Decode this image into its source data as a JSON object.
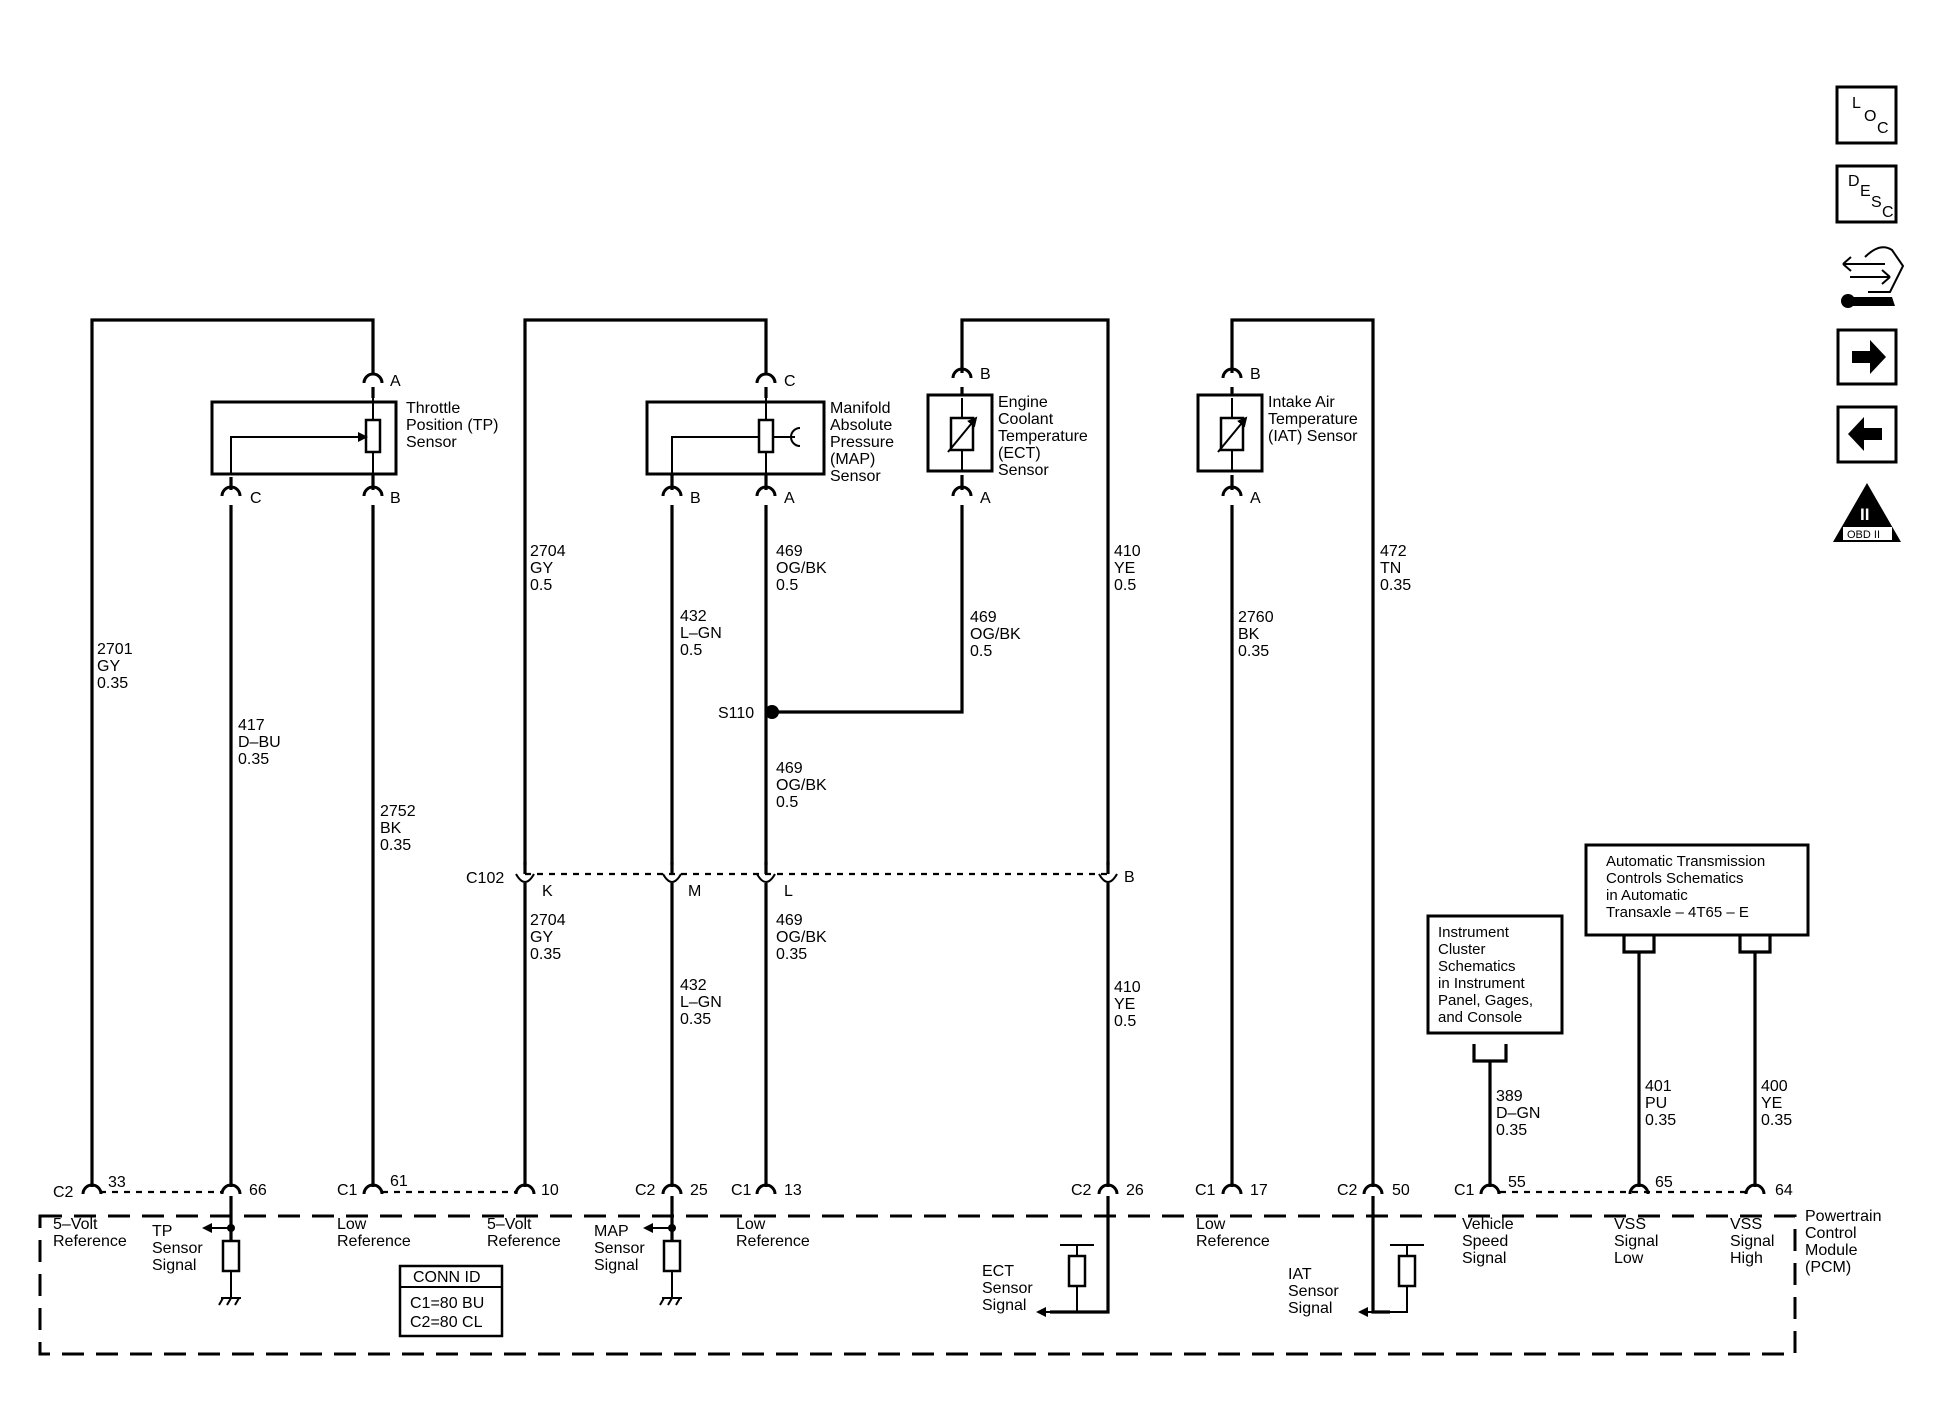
{
  "nav": {
    "loc": {
      "l": "L",
      "o": "O",
      "c": "C"
    },
    "desc": {
      "d": "D",
      "e": "E",
      "s": "S",
      "c": "C"
    },
    "obd": {
      "roman": "II",
      "label": "OBD II"
    }
  },
  "components": {
    "tp_sensor": {
      "lines": [
        "Throttle",
        "Position (TP)",
        "Sensor"
      ]
    },
    "map_sensor": {
      "lines": [
        "Manifold",
        "Absolute",
        "Pressure",
        "(MAP)",
        "Sensor"
      ]
    },
    "ect_sensor": {
      "lines": [
        "Engine",
        "Coolant",
        "Temperature",
        "(ECT)",
        "Sensor"
      ]
    },
    "iat_sensor": {
      "lines": [
        "Intake Air",
        "Temperature",
        "(IAT) Sensor"
      ]
    },
    "instrument_cluster_ref": {
      "lines": [
        "Instrument",
        "Cluster",
        "Schematics",
        "in Instrument",
        "Panel, Gages,",
        "and Console"
      ]
    },
    "trans_ref": {
      "lines": [
        "Automatic Transmission",
        "Controls Schematics",
        "in Automatic",
        "Transaxle – 4T65 – E"
      ]
    },
    "pcm": {
      "lines": [
        "Powertrain",
        "Control",
        "Module",
        "(PCM)"
      ]
    },
    "conn_id": {
      "title": "CONN ID",
      "c1": "C1=80 BU",
      "c2": "C2=80 CL"
    }
  },
  "pins": {
    "tp_a": "A",
    "tp_c": "C",
    "tp_b": "B",
    "map_c": "C",
    "map_b": "B",
    "map_a": "A",
    "ect_b": "B",
    "ect_a": "A",
    "iat_b": "B",
    "iat_a": "A"
  },
  "splice": "S110",
  "c102": {
    "name": "C102",
    "k": "K",
    "m": "M",
    "l": "L",
    "b": "B"
  },
  "wires": {
    "w2701": [
      "2701",
      "GY",
      "0.35"
    ],
    "w417": [
      "417",
      "D–BU",
      "0.35"
    ],
    "w2752": [
      "2752",
      "BK",
      "0.35"
    ],
    "w2704_top": [
      "2704",
      "GY",
      "0.5"
    ],
    "w2704_bot": [
      "2704",
      "GY",
      "0.35"
    ],
    "w432_top": [
      "432",
      "L–GN",
      "0.5"
    ],
    "w432_bot": [
      "432",
      "L–GN",
      "0.35"
    ],
    "w469_top": [
      "469",
      "OG/BK",
      "0.5"
    ],
    "w469_ect": [
      "469",
      "OG/BK",
      "0.5"
    ],
    "w469_mid": [
      "469",
      "OG/BK",
      "0.5"
    ],
    "w469_bot": [
      "469",
      "OG/BK",
      "0.35"
    ],
    "w410_top": [
      "410",
      "YE",
      "0.5"
    ],
    "w410_bot": [
      "410",
      "YE",
      "0.5"
    ],
    "w2760": [
      "2760",
      "BK",
      "0.35"
    ],
    "w472": [
      "472",
      "TN",
      "0.35"
    ],
    "w389": [
      "389",
      "D–GN",
      "0.35"
    ],
    "w401": [
      "401",
      "PU",
      "0.35"
    ],
    "w400": [
      "400",
      "YE",
      "0.35"
    ]
  },
  "pcm_terminals": [
    {
      "conn": "C2",
      "pin": "33",
      "label": [
        "5–Volt",
        "Reference"
      ]
    },
    {
      "conn": "",
      "pin": "66",
      "label": [
        "TP",
        "Sensor",
        "Signal"
      ]
    },
    {
      "conn": "C1",
      "pin": "61",
      "label": [
        "Low",
        "Reference"
      ]
    },
    {
      "conn": "",
      "pin": "10",
      "label": [
        "5–Volt",
        "Reference"
      ]
    },
    {
      "conn": "C2",
      "pin": "25",
      "label": [
        "MAP",
        "Sensor",
        "Signal"
      ]
    },
    {
      "conn": "C1",
      "pin": "13",
      "label": [
        "Low",
        "Reference"
      ]
    },
    {
      "conn": "C2",
      "pin": "26",
      "label": [
        "ECT",
        "Sensor",
        "Signal"
      ]
    },
    {
      "conn": "C1",
      "pin": "17",
      "label": [
        "Low",
        "Reference"
      ]
    },
    {
      "conn": "C2",
      "pin": "50",
      "label": [
        "IAT",
        "Sensor",
        "Signal"
      ]
    },
    {
      "conn": "C1",
      "pin": "55",
      "label": [
        "Vehicle",
        "Speed",
        "Signal"
      ]
    },
    {
      "conn": "",
      "pin": "65",
      "label": [
        "VSS",
        "Signal",
        "Low"
      ]
    },
    {
      "conn": "",
      "pin": "64",
      "label": [
        "VSS",
        "Signal",
        "High"
      ]
    }
  ]
}
